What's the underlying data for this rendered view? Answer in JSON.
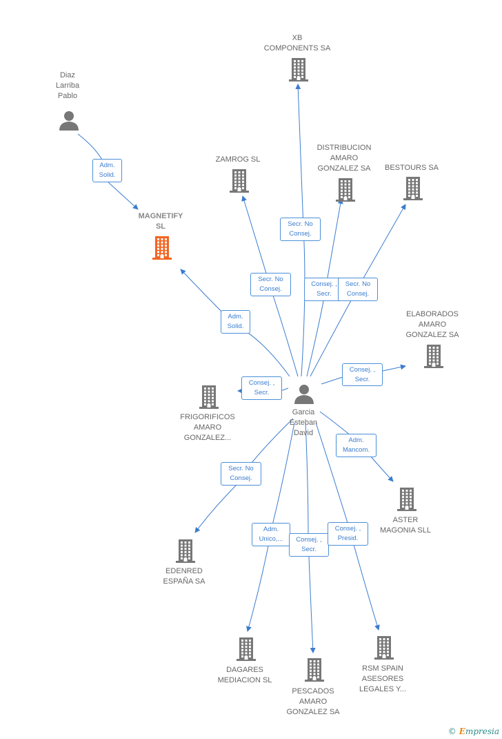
{
  "colors": {
    "edge": "#3a7ccf",
    "node": "#777777",
    "focus": "#f26522"
  },
  "nodes": [
    {
      "id": "garcia",
      "type": "person",
      "label": "Garcia\nEsteban\nDavid",
      "icon": "person-icon"
    },
    {
      "id": "diaz",
      "type": "person",
      "label": "Diaz\nLarriba\nPablo",
      "icon": "person-icon"
    },
    {
      "id": "magnetify",
      "type": "company",
      "label": "MAGNETIFY\nSL",
      "focus": true,
      "icon": "building-icon"
    },
    {
      "id": "xb",
      "type": "company",
      "label": "XB\nCOMPONENTS SA",
      "icon": "building-icon"
    },
    {
      "id": "zamrog",
      "type": "company",
      "label": "ZAMROG SL",
      "icon": "building-icon"
    },
    {
      "id": "distribucion",
      "type": "company",
      "label": "DISTRIBUCION\nAMARO\nGONZALEZ SA",
      "icon": "building-icon"
    },
    {
      "id": "bestours",
      "type": "company",
      "label": "BESTOURS SA",
      "icon": "building-icon"
    },
    {
      "id": "elaborados",
      "type": "company",
      "label": "ELABORADOS\nAMARO\nGONZALEZ SA",
      "icon": "building-icon"
    },
    {
      "id": "frigorificos",
      "type": "company",
      "label": "FRIGORIFICOS\nAMARO\nGONZALEZ...",
      "icon": "building-icon"
    },
    {
      "id": "aster",
      "type": "company",
      "label": "ASTER\nMAGONIA SLL",
      "icon": "building-icon"
    },
    {
      "id": "edenred",
      "type": "company",
      "label": "EDENRED\nESPAÑA SA",
      "icon": "building-icon"
    },
    {
      "id": "dagares",
      "type": "company",
      "label": "DAGARES\nMEDIACION  SL",
      "icon": "building-icon"
    },
    {
      "id": "pescados",
      "type": "company",
      "label": "PESCADOS\nAMARO\nGONZALEZ SA",
      "icon": "building-icon"
    },
    {
      "id": "rsm",
      "type": "company",
      "label": "RSM SPAIN\nASESORES\nLEGALES Y...",
      "icon": "building-icon"
    }
  ],
  "edges": [
    {
      "from": "diaz",
      "to": "magnetify",
      "label": "Adm.\nSolid."
    },
    {
      "from": "garcia",
      "to": "magnetify",
      "label": "Adm.\nSolid."
    },
    {
      "from": "garcia",
      "to": "xb",
      "label": "Secr.  No\nConsej."
    },
    {
      "from": "garcia",
      "to": "zamrog",
      "label": "Secr.  No\nConsej."
    },
    {
      "from": "garcia",
      "to": "distribucion",
      "label": "Consej. ,\nSecr."
    },
    {
      "from": "garcia",
      "to": "bestours",
      "label": "Secr.  No\nConsej."
    },
    {
      "from": "garcia",
      "to": "elaborados",
      "label": "Consej. ,\nSecr."
    },
    {
      "from": "garcia",
      "to": "frigorificos",
      "label": "Consej. ,\nSecr."
    },
    {
      "from": "garcia",
      "to": "aster",
      "label": "Adm.\nMancom."
    },
    {
      "from": "garcia",
      "to": "edenred",
      "label": "Secr.  No\nConsej."
    },
    {
      "from": "garcia",
      "to": "dagares",
      "label": "Adm.\nUnico,..."
    },
    {
      "from": "garcia",
      "to": "pescados",
      "label": "Consej. ,\nSecr."
    },
    {
      "from": "garcia",
      "to": "rsm",
      "label": "Consej. ,\nPresid."
    }
  ],
  "brand": {
    "copyright": "©",
    "name": "Empresia",
    "first_letter": "E",
    "rest": "mpresia"
  }
}
